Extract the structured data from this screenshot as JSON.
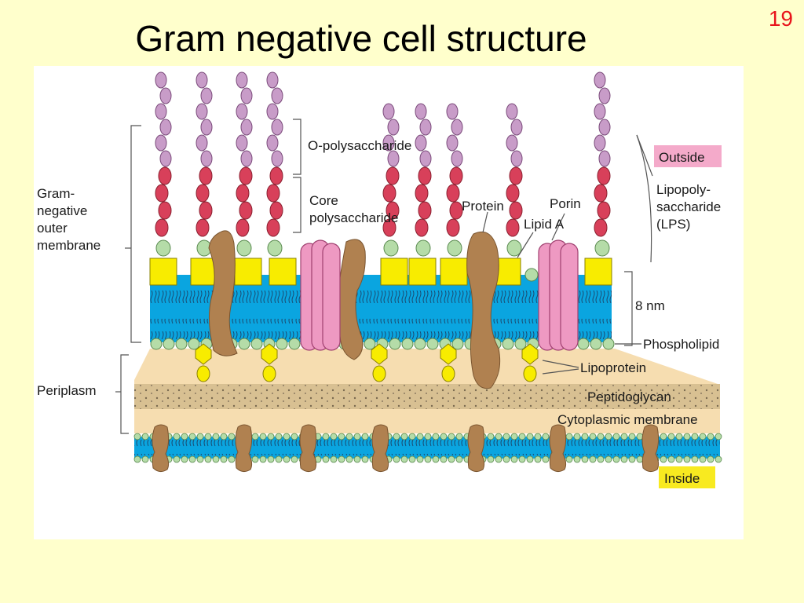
{
  "slide": {
    "title": "Gram negative cell structure",
    "number": "19"
  },
  "diagram": {
    "labels": {
      "o_polysaccharide": "O-polysaccharide",
      "core_line1": "Core",
      "core_line2": "polysaccharide",
      "protein": "Protein",
      "porin": "Porin",
      "lipid_a": "Lipid A",
      "outside": "Outside",
      "lps_line1": "Lipopoly-",
      "lps_line2": "saccharide",
      "lps_line3": "(LPS)",
      "outer_line1": "Gram-",
      "outer_line2": "negative",
      "outer_line3": "outer",
      "outer_line4": "membrane",
      "thickness": "8 nm",
      "phospholipid": "Phospholipid",
      "lipoprotein": "Lipoprotein",
      "periplasm": "Periplasm",
      "peptidoglycan": "Peptidoglycan",
      "cytoplasmic_membrane": "Cytoplasmic membrane",
      "inside": "Inside"
    },
    "colors": {
      "membrane_blue": "#0AA5E0",
      "lipid_a_yellow": "#F8EC00",
      "o_chain_purple": "#C89CC8",
      "core_red": "#D8405A",
      "head_green": "#B5DCA8",
      "protein_brown": "#B08150",
      "porin_pink": "#EE99C2",
      "periplasm_tan": "#F6DDB0",
      "peptidoglycan_tan": "#D8C092",
      "outside_pink": "#F4AACA",
      "inside_yellow": "#F8EA20"
    }
  }
}
